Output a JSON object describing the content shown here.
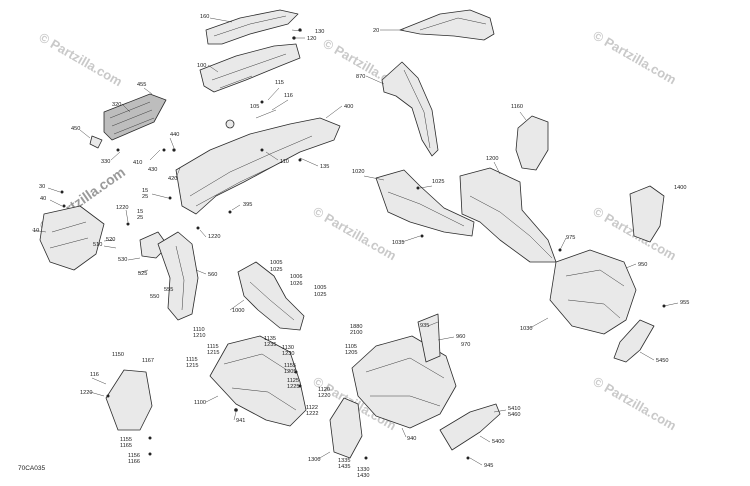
{
  "diagram": {
    "reference_code": "70CA035",
    "watermark_text": "© Partzilla.com",
    "colors": {
      "line": "#2b2b2b",
      "fill": "#e9e9e9",
      "watermark": "#c9c9c9"
    },
    "callouts": [
      {
        "id": "c160",
        "text": "160"
      },
      {
        "id": "c130",
        "text": "130"
      },
      {
        "id": "c120a",
        "text": "120"
      },
      {
        "id": "c20",
        "text": "20"
      },
      {
        "id": "c100",
        "text": "100"
      },
      {
        "id": "c870",
        "text": "870"
      },
      {
        "id": "c115a",
        "text": "115"
      },
      {
        "id": "c116a",
        "text": "116"
      },
      {
        "id": "c105a",
        "text": "105"
      },
      {
        "id": "c455",
        "text": "455"
      },
      {
        "id": "c320",
        "text": "320"
      },
      {
        "id": "c400",
        "text": "400"
      },
      {
        "id": "c450",
        "text": "450"
      },
      {
        "id": "c440",
        "text": "440"
      },
      {
        "id": "c330",
        "text": "330"
      },
      {
        "id": "c410",
        "text": "410"
      },
      {
        "id": "c430",
        "text": "430"
      },
      {
        "id": "c420",
        "text": "420"
      },
      {
        "id": "c110",
        "text": "110"
      },
      {
        "id": "c135",
        "text": "135"
      },
      {
        "id": "c1160",
        "text": "1160"
      },
      {
        "id": "c1200",
        "text": "1200"
      },
      {
        "id": "c1020",
        "text": "1020"
      },
      {
        "id": "c1025a",
        "text": "1025"
      },
      {
        "id": "c30",
        "text": "30"
      },
      {
        "id": "c40",
        "text": "40"
      },
      {
        "id": "c15a",
        "text": "15"
      },
      {
        "id": "c25a",
        "text": "25"
      },
      {
        "id": "c395",
        "text": "395"
      },
      {
        "id": "c1220a",
        "text": "1220"
      },
      {
        "id": "c15b",
        "text": "15"
      },
      {
        "id": "c25b",
        "text": "25"
      },
      {
        "id": "c1400",
        "text": "1400"
      },
      {
        "id": "c10",
        "text": "10"
      },
      {
        "id": "c520",
        "text": "520"
      },
      {
        "id": "c510",
        "text": "510"
      },
      {
        "id": "c1220b",
        "text": "1220"
      },
      {
        "id": "c1035",
        "text": "1035"
      },
      {
        "id": "c975",
        "text": "975"
      },
      {
        "id": "c530",
        "text": "530"
      },
      {
        "id": "c525",
        "text": "525"
      },
      {
        "id": "c560",
        "text": "560"
      },
      {
        "id": "c1005a",
        "text": "1005"
      },
      {
        "id": "c1025b",
        "text": "1025"
      },
      {
        "id": "c1006",
        "text": "1006"
      },
      {
        "id": "c1026",
        "text": "1026"
      },
      {
        "id": "c950",
        "text": "950"
      },
      {
        "id": "c555",
        "text": "555"
      },
      {
        "id": "c550",
        "text": "550"
      },
      {
        "id": "c1005b",
        "text": "1005"
      },
      {
        "id": "c1025c",
        "text": "1025"
      },
      {
        "id": "c955",
        "text": "955"
      },
      {
        "id": "c1000",
        "text": "1000"
      },
      {
        "id": "c1110",
        "text": "1110"
      },
      {
        "id": "c1210",
        "text": "1210"
      },
      {
        "id": "c1880",
        "text": "1880"
      },
      {
        "id": "c2100",
        "text": "2100"
      },
      {
        "id": "c935",
        "text": "935"
      },
      {
        "id": "c1030",
        "text": "1030"
      },
      {
        "id": "c1135",
        "text": "1135"
      },
      {
        "id": "c1235",
        "text": "1235"
      },
      {
        "id": "c960",
        "text": "960"
      },
      {
        "id": "c970",
        "text": "970"
      },
      {
        "id": "c1115a",
        "text": "1115"
      },
      {
        "id": "c1215",
        "text": "1215"
      },
      {
        "id": "c1130",
        "text": "1130"
      },
      {
        "id": "c1230",
        "text": "1230"
      },
      {
        "id": "c1105",
        "text": "1105"
      },
      {
        "id": "c1205a",
        "text": "1205"
      },
      {
        "id": "c1150",
        "text": "1150"
      },
      {
        "id": "c1167",
        "text": "1167"
      },
      {
        "id": "c1115b",
        "text": "1115"
      },
      {
        "id": "c1215b",
        "text": "1215"
      },
      {
        "id": "c1155a",
        "text": "1155"
      },
      {
        "id": "c1205b",
        "text": "1205"
      },
      {
        "id": "c5450",
        "text": "5450"
      },
      {
        "id": "c116b",
        "text": "116"
      },
      {
        "id": "c1125",
        "text": "1125"
      },
      {
        "id": "c1225",
        "text": "1225"
      },
      {
        "id": "c1220c",
        "text": "1220"
      },
      {
        "id": "c1120",
        "text": "1120"
      },
      {
        "id": "c1220d",
        "text": "1220"
      },
      {
        "id": "c1100",
        "text": "1100"
      },
      {
        "id": "c5410",
        "text": "5410"
      },
      {
        "id": "c5460",
        "text": "5460"
      },
      {
        "id": "c1122",
        "text": "1122"
      },
      {
        "id": "c1222",
        "text": "1222"
      },
      {
        "id": "c941",
        "text": "941"
      },
      {
        "id": "c5400",
        "text": "5400"
      },
      {
        "id": "c940",
        "text": "940"
      },
      {
        "id": "c1155b",
        "text": "1155"
      },
      {
        "id": "c1165",
        "text": "1165"
      },
      {
        "id": "c1156",
        "text": "1156"
      },
      {
        "id": "c1166",
        "text": "1166"
      },
      {
        "id": "c945",
        "text": "945"
      },
      {
        "id": "c1300",
        "text": "1300"
      },
      {
        "id": "c1335",
        "text": "1335"
      },
      {
        "id": "c1435",
        "text": "1435"
      },
      {
        "id": "c1330",
        "text": "1330"
      },
      {
        "id": "c1430",
        "text": "1430"
      }
    ]
  }
}
